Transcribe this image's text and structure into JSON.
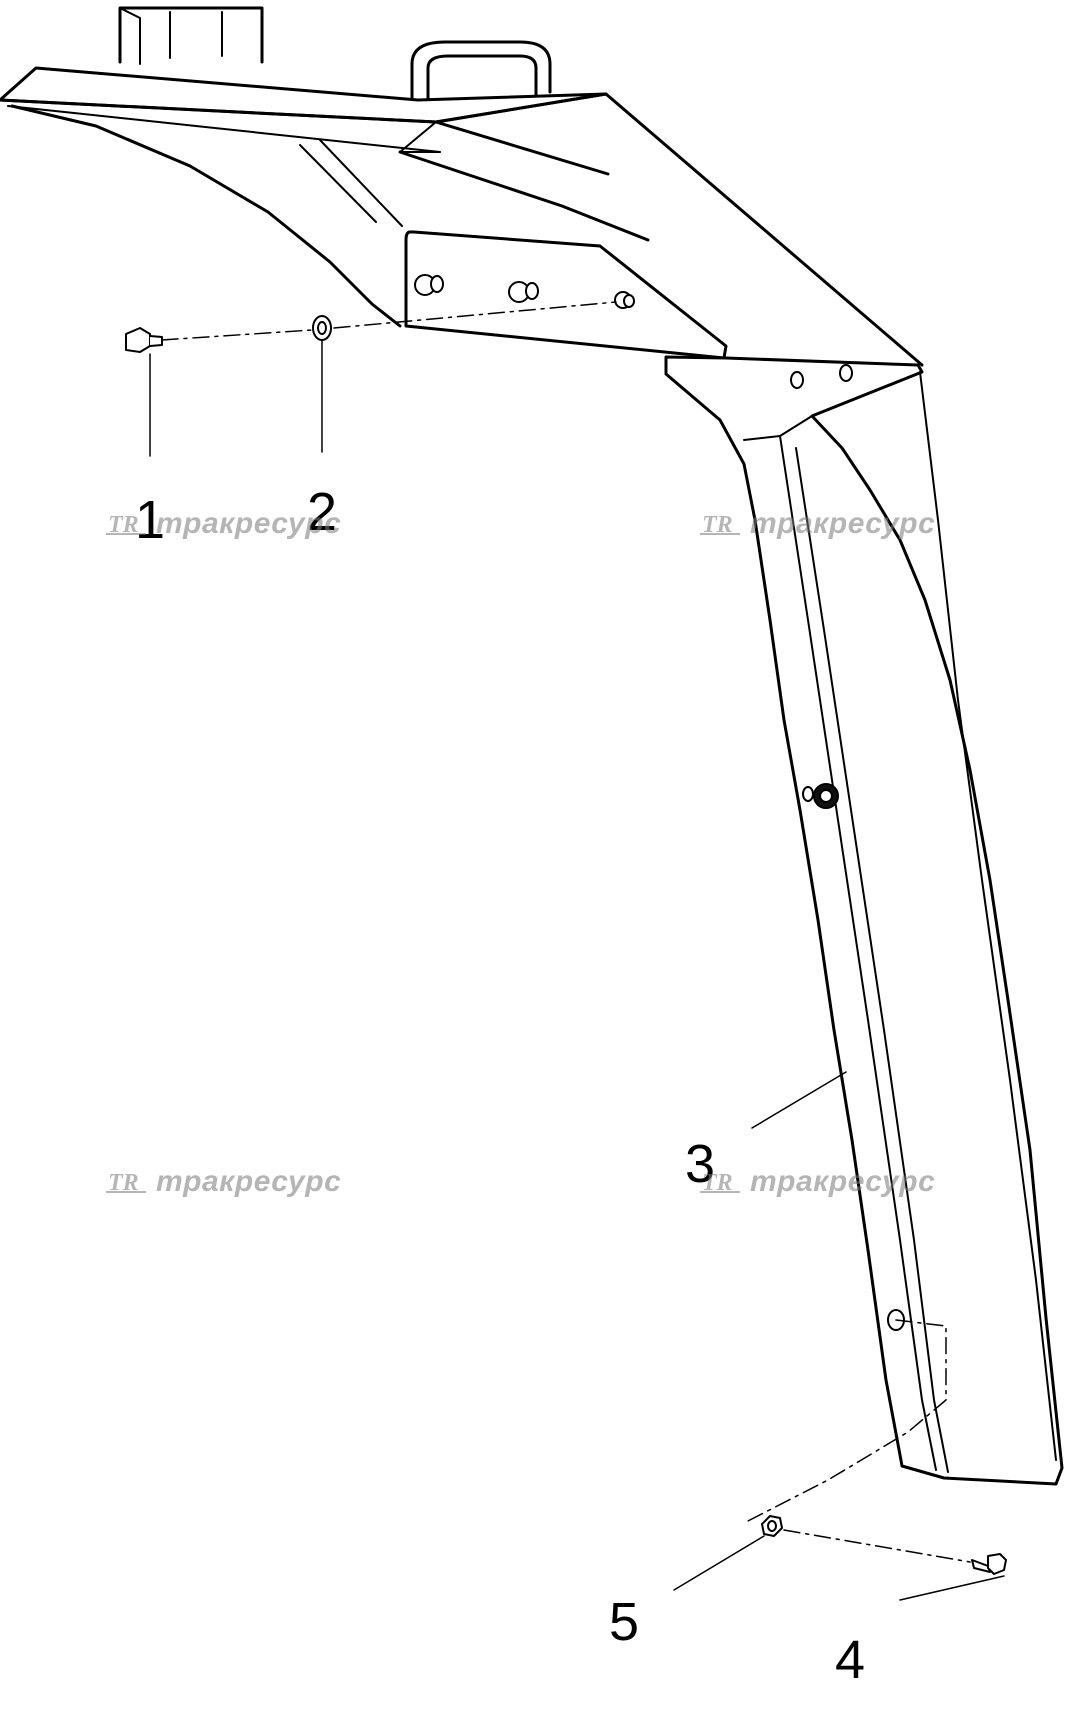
{
  "diagram": {
    "callouts": {
      "c1": "1",
      "c2": "2",
      "c3": "3",
      "c4": "4",
      "c5": "5"
    },
    "watermark": {
      "text": "тракресурс",
      "logo_text": "TR",
      "color": "#7a7a7a"
    },
    "line_color": "#000000",
    "background": "#ffffff"
  }
}
